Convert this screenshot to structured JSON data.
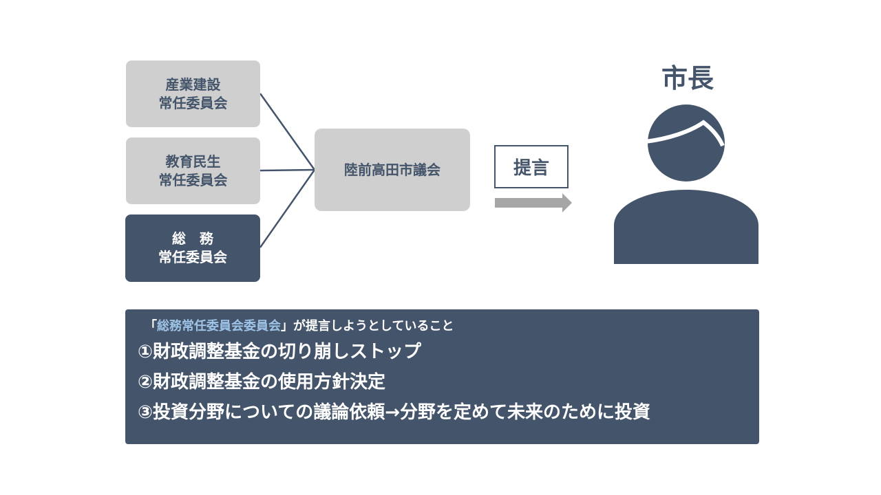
{
  "committees": {
    "sangyo": {
      "line1": "産業建設",
      "line2": "常任委員会"
    },
    "kyoiku": {
      "line1": "教育民生",
      "line2": "常任委員会"
    },
    "somu": {
      "line1": "総　務",
      "line2": "常任委員会"
    }
  },
  "council": {
    "label": "陸前高田市議会"
  },
  "proposal": {
    "label": "提言"
  },
  "mayor": {
    "title": "市長",
    "icon": "person-icon"
  },
  "summary": {
    "heading_open": "「",
    "heading_highlight": "総務常任委員会委員会",
    "heading_close": "」",
    "heading_rest": "が提言しようとしていること",
    "items": [
      "①財政調整基金の切り崩しストップ",
      "②財政調整基金の使用方針決定",
      "③投資分野についての議論依頼→分野を定めて未来のために投資"
    ]
  },
  "colors": {
    "dark": "#44546a",
    "light": "#cfcfcf",
    "arrow": "#a6a6a6",
    "highlight": "#9dc3e6"
  }
}
